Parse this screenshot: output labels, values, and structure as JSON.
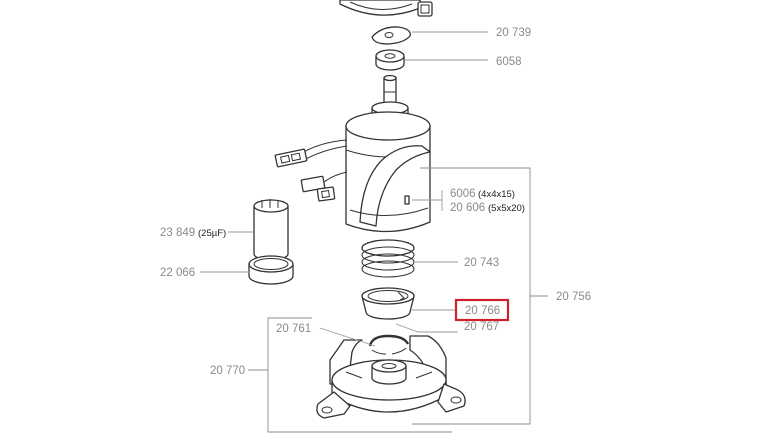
{
  "parts": {
    "p20739": "20 739",
    "p6058": "6058",
    "p6006": "6006",
    "p6006_spec": "(4x4x15)",
    "p20606": "20 606",
    "p20606_spec": "(5x5x20)",
    "p23849": "23 849",
    "p23849_spec": "(25µF)",
    "p22066": "22 066",
    "p20743": "20 743",
    "p20756": "20 756",
    "p20766": "20 766",
    "p20761": "20 761",
    "p20767": "20 767",
    "p20770": "20 770"
  },
  "highlight": {
    "part": "20 766",
    "color": "#d0202a"
  }
}
